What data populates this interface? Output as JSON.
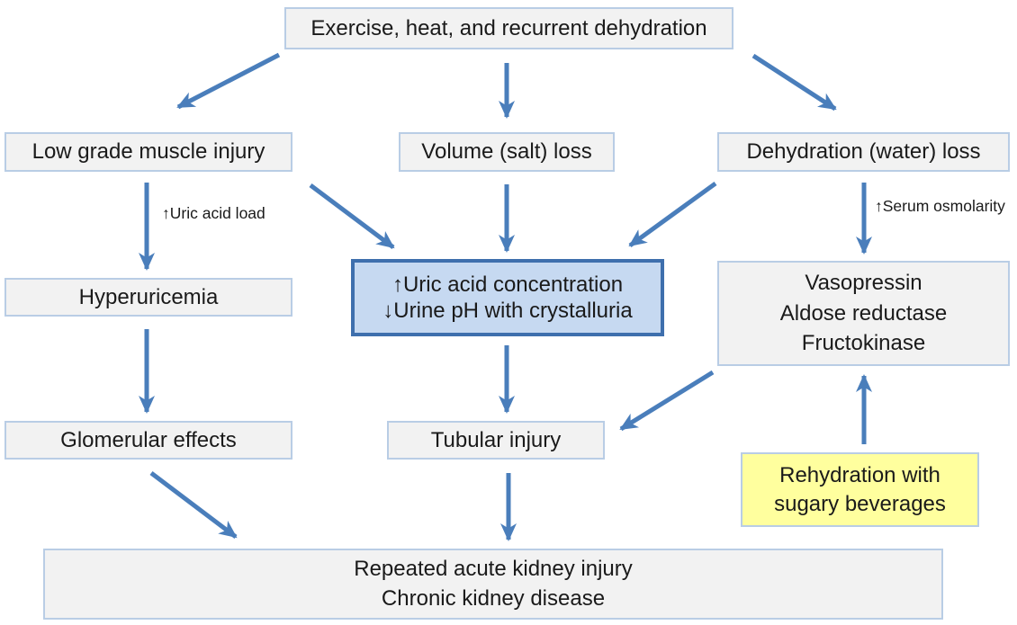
{
  "diagram": {
    "nodes": {
      "trigger": {
        "label": "Exercise, heat, and recurrent dehydration"
      },
      "muscle": {
        "label": "Low grade muscle injury"
      },
      "volume": {
        "label": "Volume (salt) loss"
      },
      "dehydration": {
        "label": "Dehydration (water) loss"
      },
      "hyperuricemia": {
        "label": "Hyperuricemia"
      },
      "uric_concentration": {
        "lines": [
          "↑Uric acid concentration",
          "↓Urine pH with crystalluria"
        ]
      },
      "mediators": {
        "lines": [
          "Vasopressin",
          "Aldose reductase",
          "Fructokinase"
        ]
      },
      "glomerular": {
        "label": "Glomerular effects"
      },
      "tubular": {
        "label": "Tubular injury"
      },
      "rehydration": {
        "lines": [
          "Rehydration with",
          "sugary beverages"
        ]
      },
      "outcome": {
        "lines": [
          "Repeated acute kidney injury",
          "Chronic kidney disease"
        ]
      }
    },
    "edge_labels": {
      "uric_acid_load": "↑Uric acid load",
      "serum_osmolarity": "↑Serum osmolarity"
    },
    "edges": [
      {
        "from": "trigger",
        "to": "muscle"
      },
      {
        "from": "trigger",
        "to": "volume"
      },
      {
        "from": "trigger",
        "to": "dehydration"
      },
      {
        "from": "muscle",
        "to": "hyperuricemia",
        "label": "↑Uric acid load"
      },
      {
        "from": "muscle",
        "to": "uric_concentration"
      },
      {
        "from": "volume",
        "to": "uric_concentration"
      },
      {
        "from": "dehydration",
        "to": "uric_concentration"
      },
      {
        "from": "dehydration",
        "to": "mediators",
        "label": "↑Serum osmolarity"
      },
      {
        "from": "hyperuricemia",
        "to": "glomerular"
      },
      {
        "from": "uric_concentration",
        "to": "tubular"
      },
      {
        "from": "mediators",
        "to": "tubular"
      },
      {
        "from": "glomerular",
        "to": "outcome"
      },
      {
        "from": "tubular",
        "to": "outcome"
      },
      {
        "from": "rehydration",
        "to": "mediators"
      }
    ],
    "colors": {
      "box_fill": "#f2f2f2",
      "box_border": "#b9cde5",
      "highlight_fill": "#c6d9f1",
      "highlight_border": "#3e6fad",
      "yellow_fill": "#ffff9e",
      "arrow": "#4a7ebb",
      "text": "#1a1a1a"
    }
  }
}
